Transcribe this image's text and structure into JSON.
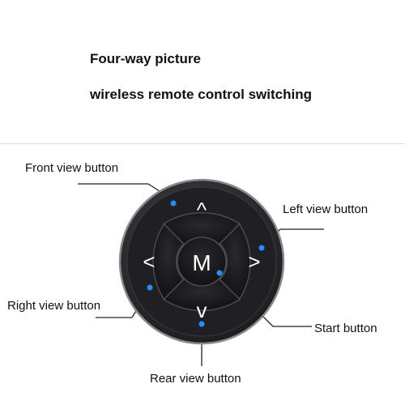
{
  "heading": {
    "line1": "Four-way picture",
    "line2": "wireless remote control switching"
  },
  "labels": {
    "front": "Front view button",
    "left": "Left view button",
    "right": "Right view button",
    "start": "Start button",
    "rear": "Rear view button"
  },
  "remote": {
    "up_glyph": "^",
    "down_glyph": "v",
    "left_glyph": "<",
    "right_glyph": ">",
    "center_glyph": "M"
  },
  "colors": {
    "body": "#2a2a2e",
    "rim": "#8a8a8e",
    "button": "#161618",
    "button_edge": "#4a4a50",
    "indicator": "#1e90ff",
    "text": "#111111"
  }
}
